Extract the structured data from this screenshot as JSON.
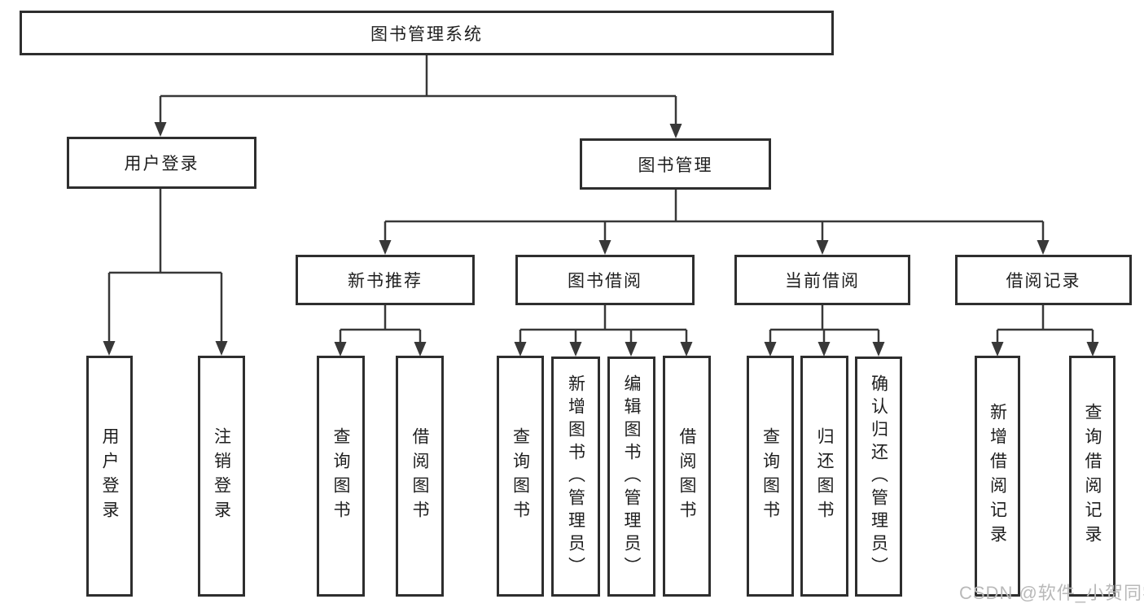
{
  "diagram": {
    "root": {
      "label": "图书管理系统"
    },
    "branches": [
      {
        "label": "用户登录",
        "children": [
          {
            "label": "用户登录"
          },
          {
            "label": "注销登录"
          }
        ]
      },
      {
        "label": "图书管理",
        "groups": [
          {
            "label": "新书推荐",
            "children": [
              {
                "label": "查询图书"
              },
              {
                "label": "借阅图书"
              }
            ]
          },
          {
            "label": "图书借阅",
            "children": [
              {
                "label": "查询图书"
              },
              {
                "label": "新增图书（管理员）"
              },
              {
                "label": "编辑图书（管理员）"
              },
              {
                "label": "借阅图书"
              }
            ]
          },
          {
            "label": "当前借阅",
            "children": [
              {
                "label": "查询图书"
              },
              {
                "label": "归还图书"
              },
              {
                "label": "确认归还（管理员）"
              }
            ]
          },
          {
            "label": "借阅记录",
            "children": [
              {
                "label": "新增借阅记录"
              },
              {
                "label": "查询借阅记录"
              }
            ]
          }
        ]
      }
    ]
  },
  "watermark": {
    "text": "CSDN @软件_小贺同学"
  },
  "colors": {
    "line": "#383838",
    "box_border": "#2e2e2e",
    "text": "#1e1e1e",
    "watermark": "#b9b9b9",
    "background": "#ffffff"
  }
}
